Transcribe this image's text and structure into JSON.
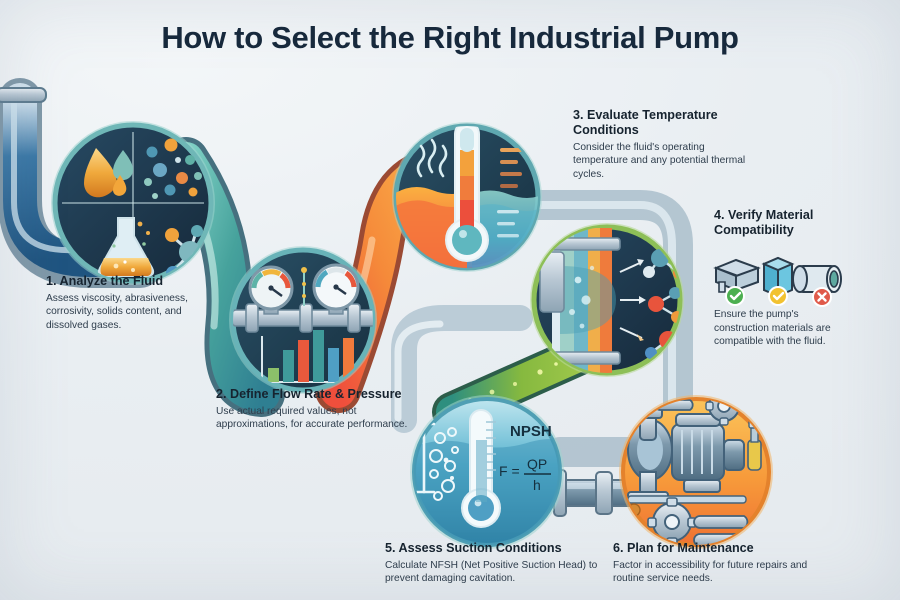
{
  "infographic": {
    "title": "How to Select the Right Industrial Pump",
    "background_color": "#eef2f5",
    "title_color": "#17293c"
  },
  "steps": [
    {
      "number": "1",
      "heading": "1. Analyze the Fluid",
      "body": "Assess viscosity, abrasiveness, corrosivity, solids content, and dissolved gases.",
      "circle_color": "#1d3a52",
      "ring_color": "#7fc4c4",
      "icon_names": [
        "oil-droplet-icon",
        "particles-icon",
        "erlenmeyer-flask-icon",
        "molecule-icon"
      ]
    },
    {
      "number": "2",
      "heading": "2. Define Flow Rate & Pressure",
      "body": "Use actual required values, not approximations, for accurate performance.",
      "circle_color": "#1f3c55",
      "ring_color": "#6fb9bd",
      "icon_names": [
        "pressure-gauge-icon",
        "pressure-gauge-icon",
        "pipe-icon",
        "bar-chart-icon"
      ]
    },
    {
      "number": "3",
      "heading": "3. Evaluate Temperature Conditions",
      "body": "Consider the fluid's operating temperature and any potential thermal cycles.",
      "circle_color": "#1e3d4f",
      "ring_color": "#69b3b8",
      "icon_names": [
        "thermometer-icon",
        "heat-waves-icon",
        "hot-zone-icon",
        "cold-zone-icon"
      ]
    },
    {
      "number": "4",
      "heading": "4. Verify Material Compatibility",
      "body": "Ensure the pump's construction materials are compatible with the fluid.",
      "circle_color": "#1c3447",
      "ring_color": "#8fc05a",
      "icon_names": [
        "pipe-cross-section-icon",
        "molecule-icon",
        "valve-icon"
      ]
    },
    {
      "number": "5",
      "heading": "5. Assess Suction Conditions",
      "body": "Calculate NFSH (Net Positive Suction Head) to prevent damaging cavitation.",
      "circle_color": "#2f8fb0",
      "ring_color": "#4fa8b8",
      "icon_names": [
        "thermometer-icon",
        "cavitation-bubbles-icon",
        "ruler-icon"
      ],
      "labels": {
        "npsh": "NPSH",
        "formula_lhs": "F =",
        "formula_num": "QP",
        "formula_den": "h"
      }
    },
    {
      "number": "6",
      "heading": "6. Plan for Maintenance",
      "body": "Factor in accessibility for future repairs and routine service needs.",
      "circle_color": "#f6a03c",
      "ring_color": "#e8822c",
      "icon_names": [
        "centrifugal-pump-icon",
        "electric-motor-icon",
        "gear-icon",
        "wrench-icon",
        "screwdriver-icon"
      ]
    }
  ],
  "material_badges": [
    {
      "material": "i-beam-icon",
      "status": "compatible",
      "marker": "✓",
      "color": "#4caf50"
    },
    {
      "material": "cube-icon",
      "status": "caution",
      "marker": "✓",
      "color": "#f2c230"
    },
    {
      "material": "pipe-section-icon",
      "status": "incompatible",
      "marker": "✕",
      "color": "#e05a4a"
    }
  ],
  "pipes": [
    {
      "name": "inlet-pipe",
      "color": "#2f6f9e"
    },
    {
      "name": "connector-pipe-1-2",
      "color": "#49a39a"
    },
    {
      "name": "connector-pipe-2-3",
      "color": "#f08a3c"
    },
    {
      "name": "connector-pipe-4-5",
      "color": "#5aa14a"
    },
    {
      "name": "outlet-pipe-6",
      "color": "#9fb6c4"
    }
  ]
}
